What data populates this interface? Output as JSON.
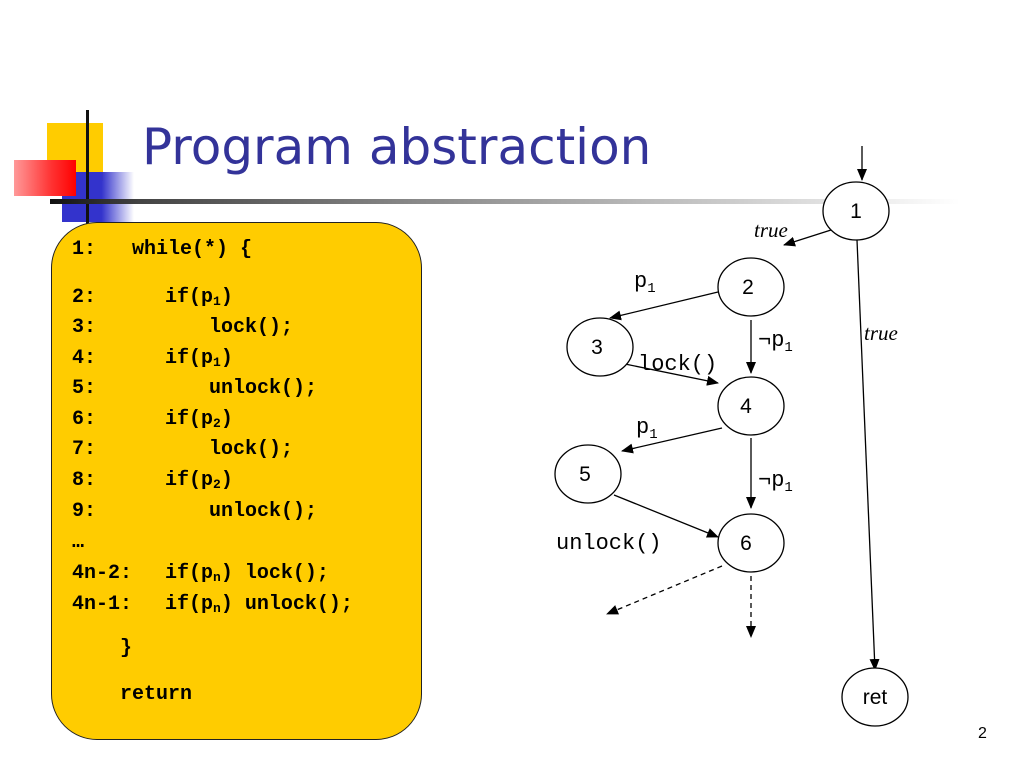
{
  "slide": {
    "title": "Program abstraction",
    "page_number": "2"
  },
  "code": {
    "lines": [
      {
        "num": "1:",
        "text": "while(*) {"
      },
      {
        "num": "2:",
        "pre": "if(p",
        "sub": "1",
        "post": ")"
      },
      {
        "num": "3:",
        "text": "lock();"
      },
      {
        "num": "4:",
        "pre": "if(p",
        "sub": "1",
        "post": ")"
      },
      {
        "num": "5:",
        "text": "unlock();"
      },
      {
        "num": "6:",
        "pre": "if(p",
        "sub": "2",
        "post": ")"
      },
      {
        "num": "7:",
        "text": "lock();"
      },
      {
        "num": "8:",
        "pre": "if(p",
        "sub": "2",
        "post": ")"
      },
      {
        "num": "9:",
        "text": "unlock();"
      },
      {
        "num": "…",
        "text": ""
      },
      {
        "num": "4n-2:",
        "pre": "if(p",
        "sub": "n",
        "post": ") lock();"
      },
      {
        "num": "4n-1:",
        "pre": "if(p",
        "sub": "n",
        "post": ") unlock();"
      },
      {
        "text": "}"
      },
      {
        "text": "return"
      }
    ]
  },
  "graph": {
    "nodes": [
      {
        "id": "n1",
        "label": "1"
      },
      {
        "id": "n2",
        "label": "2"
      },
      {
        "id": "n3",
        "label": "3"
      },
      {
        "id": "n4",
        "label": "4"
      },
      {
        "id": "n5",
        "label": "5"
      },
      {
        "id": "n6",
        "label": "6"
      },
      {
        "id": "ret",
        "label": "ret"
      }
    ],
    "edge_labels": {
      "true_1_2": "true",
      "true_1_ret": "true",
      "p": "p",
      "p1_sub": "1",
      "neg": "¬",
      "lock": "lock()",
      "unlock": "unlock()"
    }
  }
}
